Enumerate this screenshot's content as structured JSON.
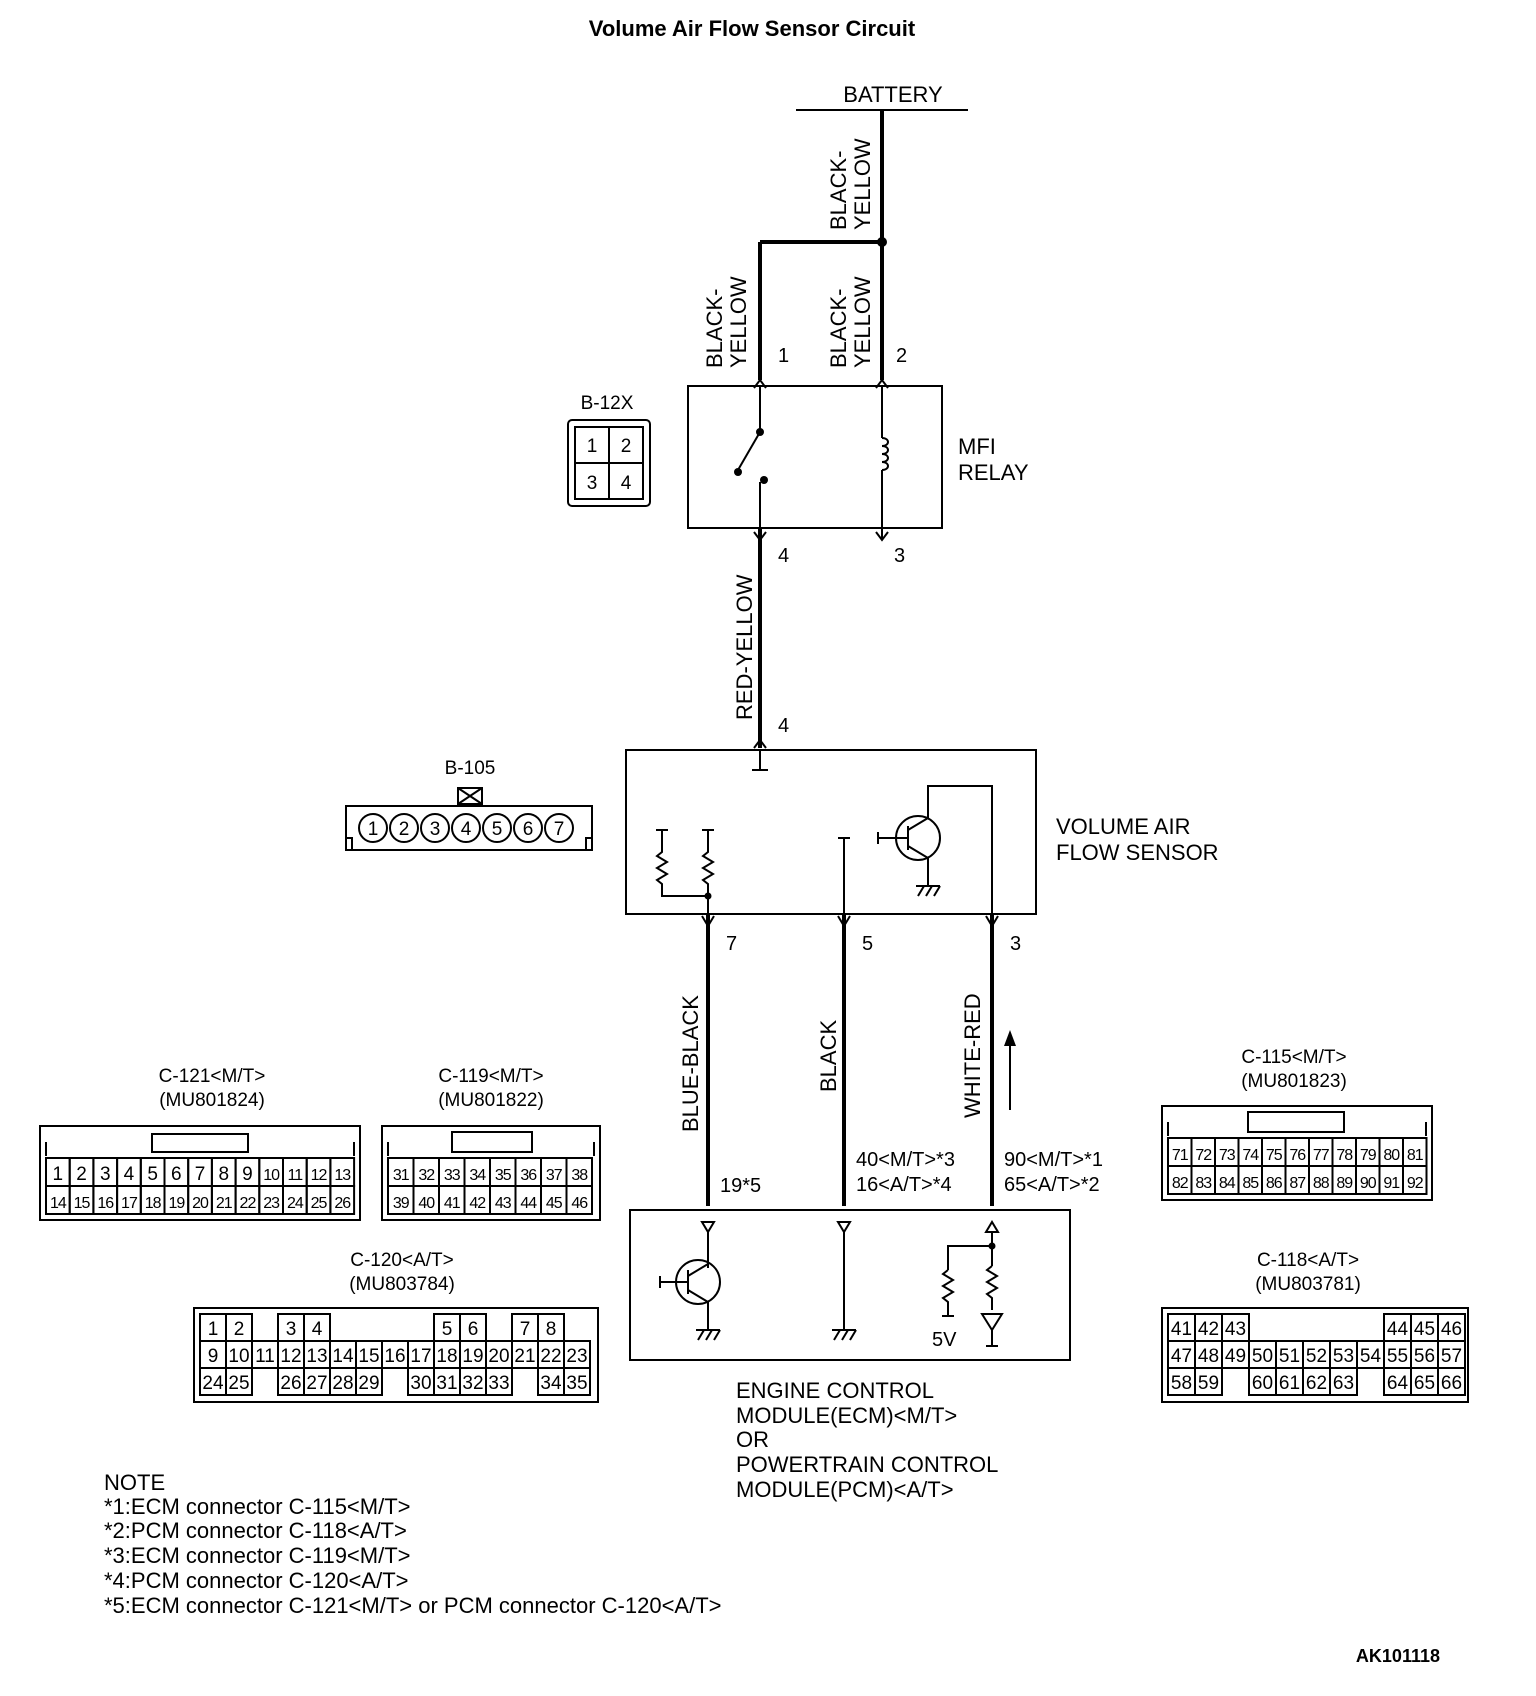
{
  "title": "Volume Air Flow Sensor Circuit",
  "battery": "BATTERY",
  "wires": {
    "bat_main": "BLACK-\nYELLOW",
    "relay1": "BLACK-\nYELLOW",
    "relay2": "BLACK-\nYELLOW",
    "red_yellow": "RED-YELLOW",
    "blue_black": "BLUE-BLACK",
    "black": "BLACK",
    "white_red": "WHITE-RED"
  },
  "pins": {
    "relay_1": "1",
    "relay_2": "2",
    "relay_4": "4",
    "relay_3": "3",
    "sensor_4": "4",
    "sensor_7": "7",
    "sensor_5": "5",
    "sensor_3": "3",
    "ecm_a": "19*5",
    "ecm_b1": "40<M/T>*3",
    "ecm_b2": "16<A/T>*4",
    "ecm_c1": "90<M/T>*1",
    "ecm_c2": "65<A/T>*2",
    "five_v": "5V"
  },
  "components": {
    "relay": [
      "MFI",
      "RELAY"
    ],
    "sensor": [
      "VOLUME AIR",
      "FLOW SENSOR"
    ],
    "ecm": [
      "ENGINE CONTROL",
      "MODULE(ECM)<M/T>",
      "OR",
      "POWERTRAIN CONTROL",
      "MODULE(PCM)<A/T>"
    ]
  },
  "connectors": {
    "b12x": {
      "name": "B-12X",
      "top": [
        "1",
        "2"
      ],
      "bottom": [
        "3",
        "4"
      ]
    },
    "b105": {
      "name": "B-105",
      "pins": [
        "1",
        "2",
        "3",
        "4",
        "5",
        "6",
        "7"
      ]
    },
    "c121": {
      "name": "C-121<M/T>",
      "part": "(MU801824)",
      "row1": [
        "1",
        "2",
        "3",
        "4",
        "5",
        "6",
        "7",
        "8",
        "9",
        "10",
        "11",
        "12",
        "13"
      ],
      "row2": [
        "14",
        "15",
        "16",
        "17",
        "18",
        "19",
        "20",
        "21",
        "22",
        "23",
        "24",
        "25",
        "26"
      ]
    },
    "c119": {
      "name": "C-119<M/T>",
      "part": "(MU801822)",
      "row1": [
        "31",
        "32",
        "33",
        "34",
        "35",
        "36",
        "37",
        "38"
      ],
      "row2": [
        "39",
        "40",
        "41",
        "42",
        "43",
        "44",
        "45",
        "46"
      ]
    },
    "c115": {
      "name": "C-115<M/T>",
      "part": "(MU801823)",
      "row1": [
        "71",
        "72",
        "73",
        "74",
        "75",
        "76",
        "77",
        "78",
        "79",
        "80",
        "81"
      ],
      "row2": [
        "82",
        "83",
        "84",
        "85",
        "86",
        "87",
        "88",
        "89",
        "90",
        "91",
        "92"
      ]
    },
    "c120": {
      "name": "C-120<A/T>",
      "part": "(MU803784)",
      "row1": [
        "1",
        "2",
        "",
        "3",
        "4",
        "",
        "",
        "",
        "",
        "5",
        "6",
        "",
        "7",
        "8"
      ],
      "row2": [
        "9",
        "10",
        "11",
        "12",
        "13",
        "14",
        "15",
        "16",
        "17",
        "18",
        "19",
        "20",
        "21",
        "22",
        "23"
      ],
      "row3": [
        "24",
        "25",
        "",
        "26",
        "27",
        "28",
        "29",
        "",
        "30",
        "31",
        "32",
        "33",
        "",
        "34",
        "35"
      ]
    },
    "c118": {
      "name": "C-118<A/T>",
      "part": "(MU803781)",
      "row1": [
        "41",
        "42",
        "43",
        "",
        "",
        "",
        "",
        "",
        "44",
        "45",
        "46"
      ],
      "row2": [
        "47",
        "48",
        "49",
        "50",
        "51",
        "52",
        "53",
        "54",
        "55",
        "56",
        "57"
      ],
      "row3": [
        "58",
        "59",
        "",
        "60",
        "61",
        "62",
        "63",
        "",
        "64",
        "65",
        "66"
      ]
    }
  },
  "notes": {
    "heading": "NOTE",
    "lines": [
      "*1:ECM connector C-115<M/T>",
      "*2:PCM connector C-118<A/T>",
      "*3:ECM connector C-119<M/T>",
      "*4:PCM connector C-120<A/T>",
      "*5:ECM connector C-121<M/T> or PCM connector C-120<A/T>"
    ]
  },
  "code": "AK101118"
}
